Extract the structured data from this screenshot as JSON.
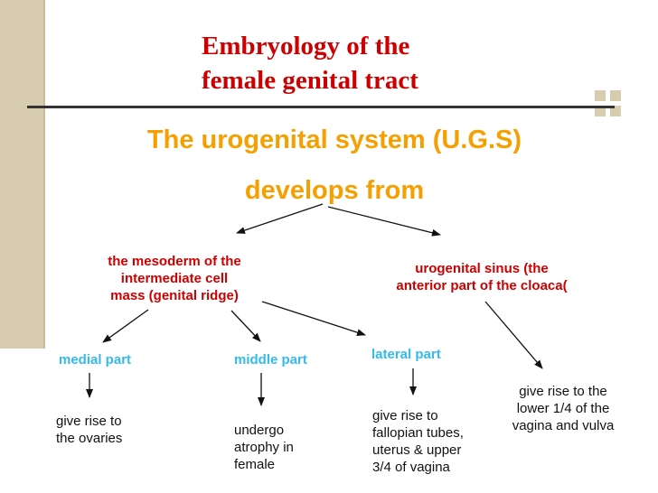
{
  "slide": {
    "title_line1": "Embryology of the",
    "title_line2": "female genital tract",
    "subtitle_line1": "The urogenital system (U.G.S)",
    "subtitle_line2": "develops from"
  },
  "diagram": {
    "sources": {
      "mesoderm_line1": "the mesoderm of the",
      "mesoderm_line2": "intermediate cell",
      "mesoderm_line3": "mass (genital ridge)",
      "sinus_line1": "urogenital sinus (the",
      "sinus_line2": "anterior part of the cloaca("
    },
    "parts": {
      "medial": "medial part",
      "middle": "middle part",
      "lateral": "lateral part"
    },
    "outcomes": {
      "medial_line1": "give rise to",
      "medial_line2": "the ovaries",
      "middle_line1": "undergo",
      "middle_line2": "atrophy in",
      "middle_line3": "female",
      "lateral_line1": "give rise to",
      "lateral_line2": "fallopian tubes,",
      "lateral_line3": "uterus & upper",
      "lateral_line4": "3/4 of vagina",
      "sinus_line1": "give rise to the",
      "sinus_line2": "lower 1/4 of the",
      "sinus_line3": "vagina and vulva"
    }
  },
  "colors": {
    "title": "#cc0000",
    "subtitle": "#f5a000",
    "part_labels": "#33bbee",
    "background_accent": "#d8ccb0"
  }
}
